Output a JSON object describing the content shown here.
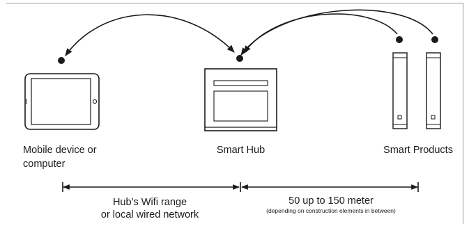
{
  "labels": {
    "mobile_line1": "Mobile device or",
    "mobile_line2": "computer",
    "hub": "Smart Hub",
    "products": "Smart Products"
  },
  "ranges": {
    "left_line1": "Hub’s Wifi range",
    "left_line2": "or local wired network",
    "right_line1": "50 up to 150 meter",
    "right_note": "(depending on construction elements in between)"
  },
  "colors": {
    "stroke": "#1a1a1a",
    "frame": "#9a9a9a"
  }
}
